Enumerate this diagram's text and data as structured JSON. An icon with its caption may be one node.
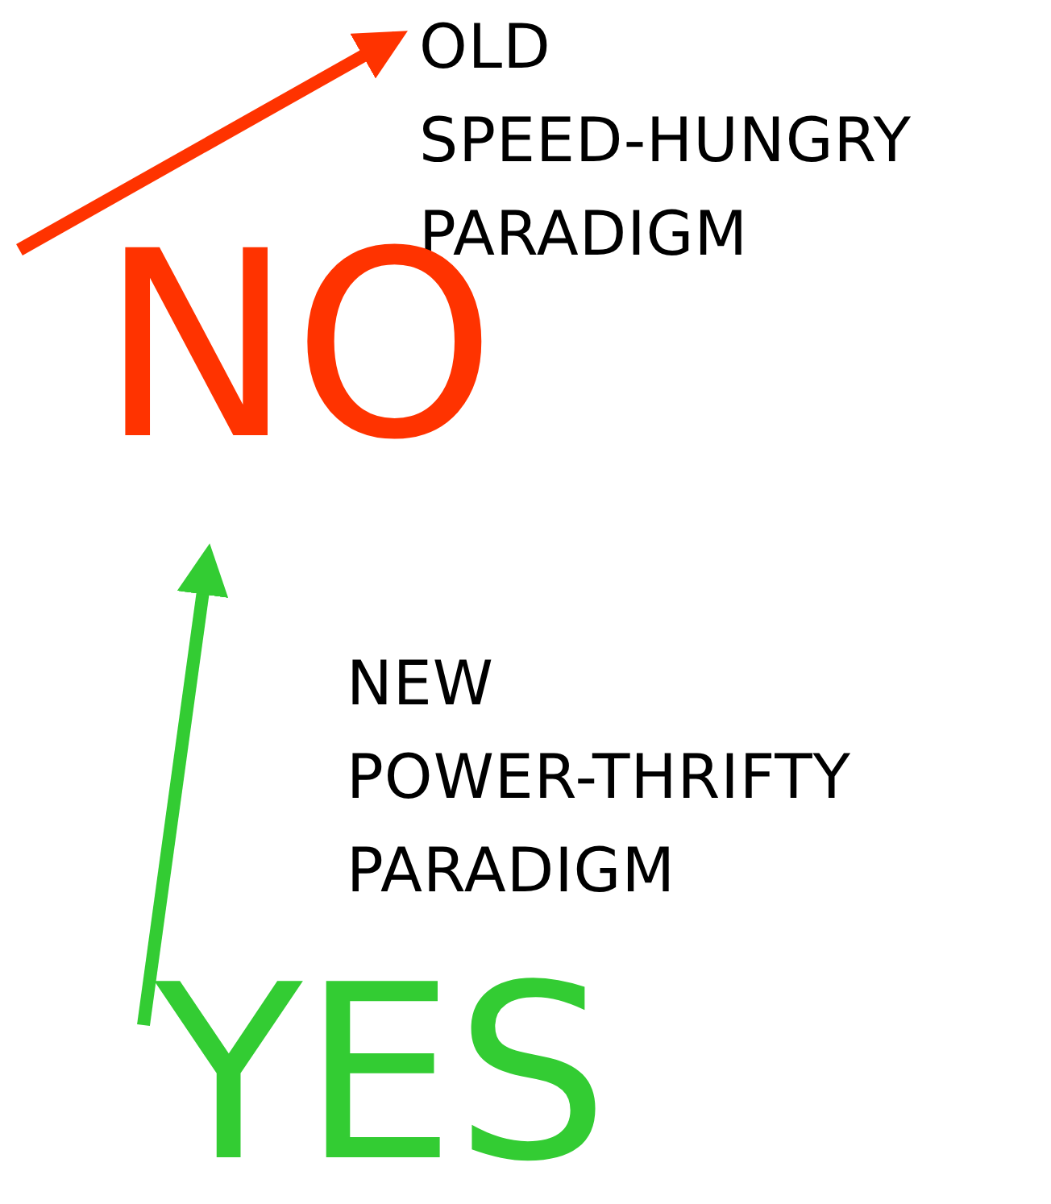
{
  "diagram": {
    "labels": [
      "OLD SPEED-HUNGRY PARADIGM",
      "NO",
      "NEW POWER-THRIFTY PARADIGM",
      "YES"
    ]
  }
}
